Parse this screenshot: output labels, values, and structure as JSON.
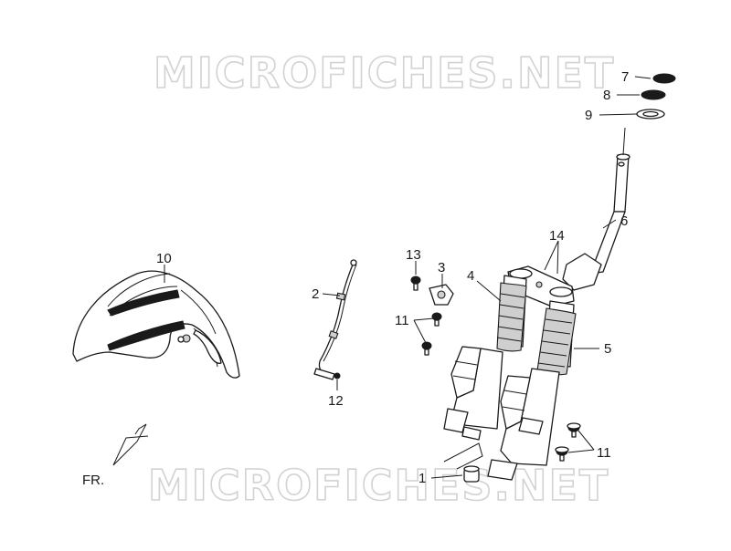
{
  "watermark": "MICROFICHES.NET",
  "direction_label": "FR.",
  "callouts": {
    "c1": "1",
    "c2": "2",
    "c3": "3",
    "c4": "4",
    "c5": "5",
    "c6": "6",
    "c7": "7",
    "c8": "8",
    "c9": "9",
    "c10": "10",
    "c11a": "11",
    "c11b": "11",
    "c12": "12",
    "c13": "13",
    "c14": "14"
  }
}
